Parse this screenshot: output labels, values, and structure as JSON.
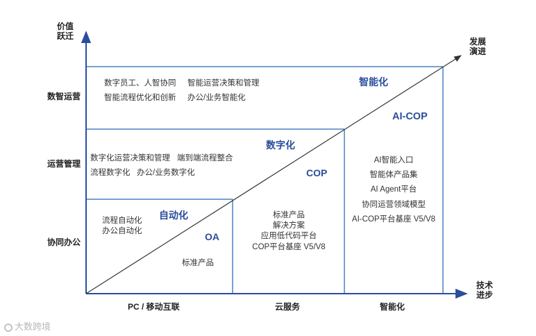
{
  "axes": {
    "y_label_line1": "价值",
    "y_label_line2": "跃迁",
    "x_label_line1": "技术",
    "x_label_line2": "进步",
    "diag_label_line1": "发展",
    "diag_label_line2": "演进"
  },
  "rows": {
    "top": "数智运营",
    "middle": "运营管理",
    "bottom": "协同办公"
  },
  "columns": {
    "left": "PC / 移动互联",
    "middle": "云服务",
    "right": "智能化"
  },
  "stages": {
    "automation": "自动化",
    "digitalization": "数字化",
    "intelligence": "智能化"
  },
  "products": {
    "oa": "OA",
    "cop": "COP",
    "ai_cop": "AI-COP"
  },
  "cells": {
    "top_lines": [
      "数字员工、人智协同",
      "智能运营决策和管理",
      "智能流程优化和创新",
      "办公/业务智能化"
    ],
    "middle_lines": [
      "数字化运营决策和管理",
      "端到端流程整合",
      "流程数字化",
      "办公/业务数字化"
    ],
    "bottom_left_lines": [
      "流程自动化",
      "办公自动化"
    ],
    "bottom_left_product": "标准产品",
    "cloud_lines": [
      "标准产品",
      "解决方案",
      "应用低代码平台",
      "COP平台基座  V5/V8"
    ],
    "ai_lines": [
      "AI智能入口",
      "智能体产品集",
      "AI Agent平台",
      "协同运营领域模型",
      "AI-COP平台基座  V5/V8"
    ]
  },
  "watermark": "大数跨境",
  "colors": {
    "axis": "#2a4e9b",
    "box": "#4a80c2",
    "diagonal": "#333333",
    "accent": "#2a4e9b"
  }
}
